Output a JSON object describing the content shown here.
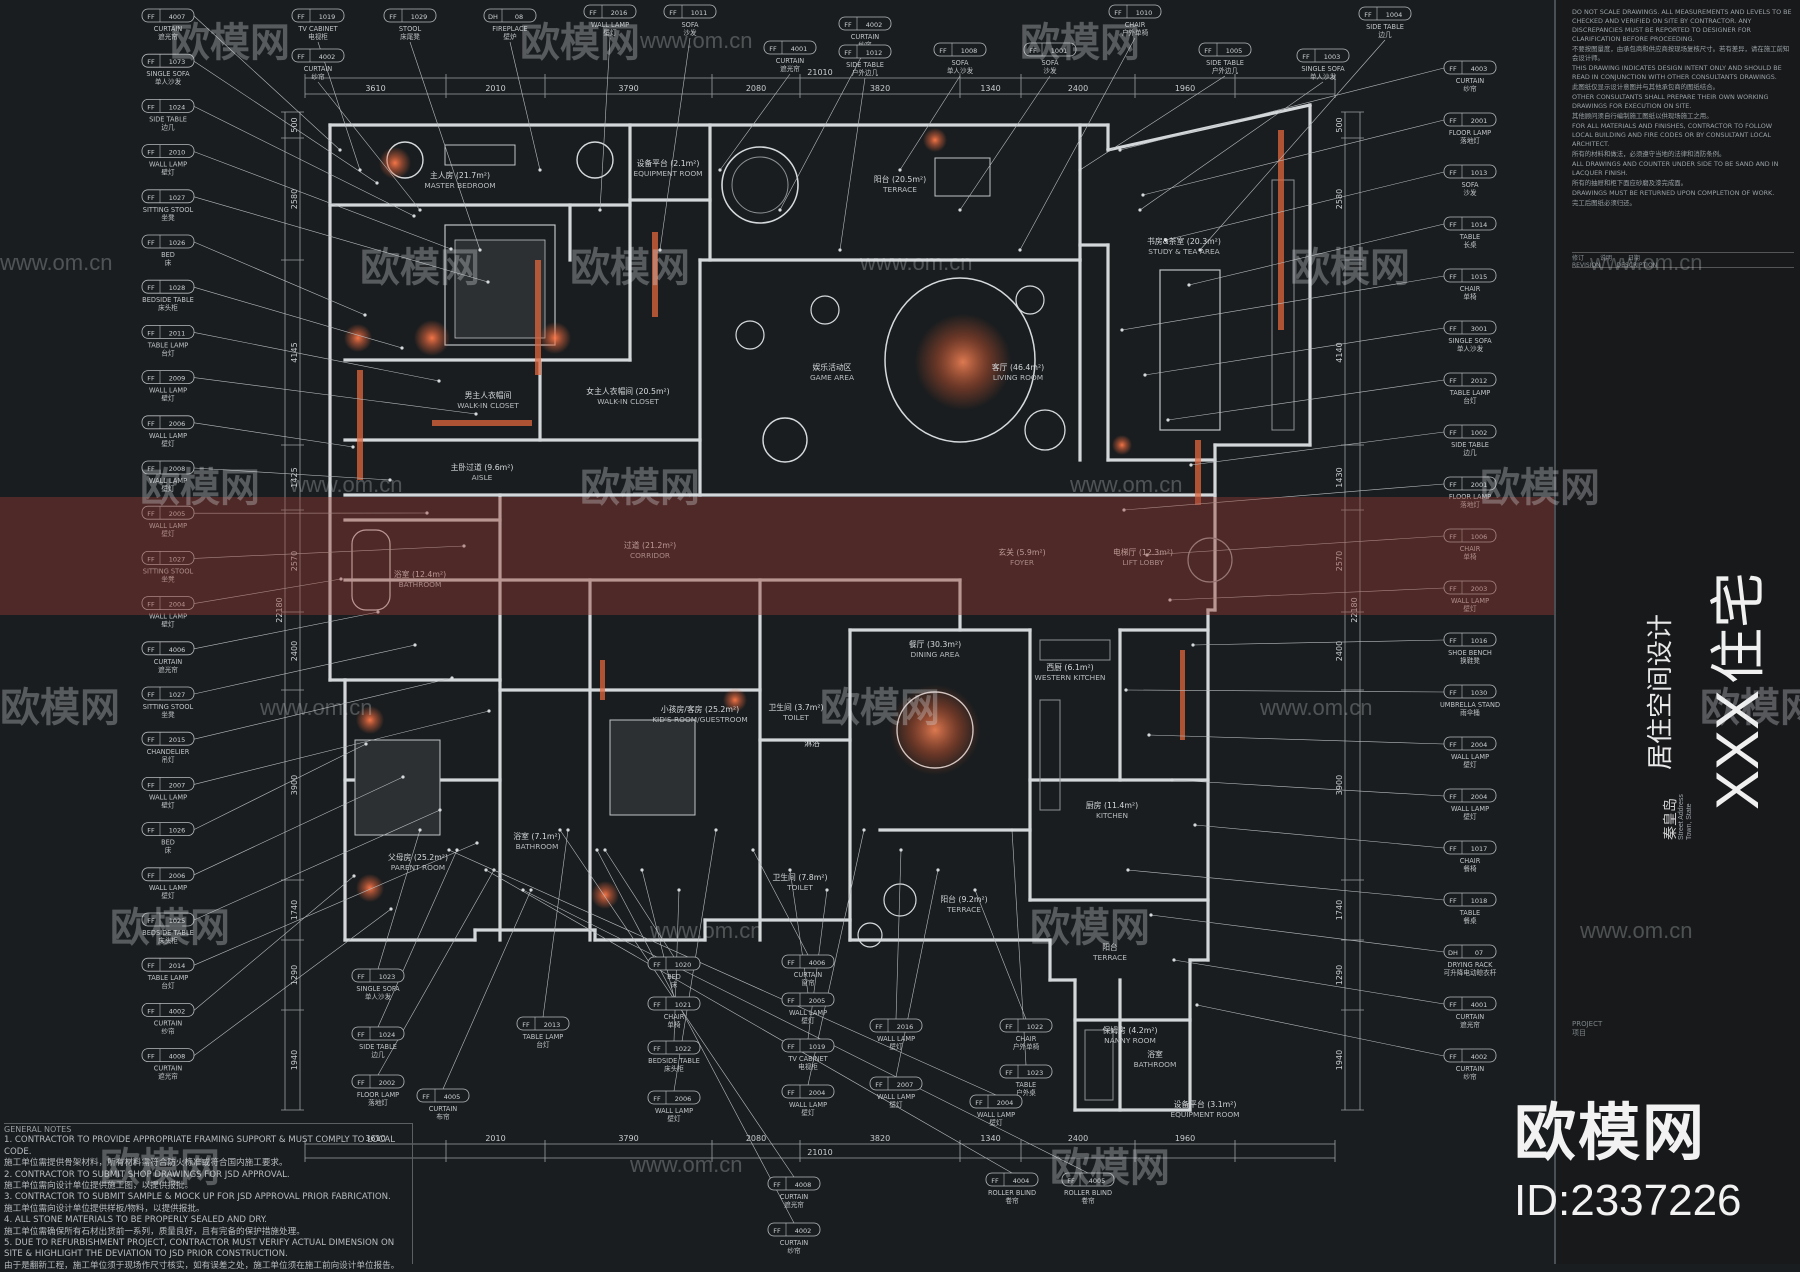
{
  "brand": {
    "logo_text": "欧模网",
    "id_text": "ID:2337226"
  },
  "watermarks": {
    "text": "欧模网",
    "site": "www.om.cn"
  },
  "title_block": {
    "title_en": "XXX",
    "title_cn": "住宅",
    "subtitle": "居住空间设计",
    "location_cn": "秦皇岛",
    "location_en": "Street Address Town, State",
    "revision_headers": [
      "修订",
      "说明",
      "日期"
    ],
    "revision_headers_en": [
      "REVISION",
      "DESCRIPTION"
    ],
    "project_label_en": "PROJECT",
    "project_label_cn": "项目",
    "notes": [
      "DO NOT SCALE DRAWINGS. ALL MEASUREMENTS AND LEVELS TO BE CHECKED AND VERIFIED ON SITE BY CONTRACTOR. ANY DISCREPANCIES MUST BE REPORTED TO DESIGNER FOR CLARIFICATION BEFORE PROCEEDING.",
      "不要按图量度，由承包商和供应商按现场复核尺寸。若有差异，请在施工前知会设计师。",
      "THIS DRAWING INDICATES DESIGN INTENT ONLY AND SHOULD BE READ IN CONJUNCTION WITH OTHER CONSULTANTS DRAWINGS.",
      "此图纸仅显示设计意图并与其他承包商的图纸结合。",
      "OTHER CONSULTANTS SHALL PREPARE THEIR OWN WORKING DRAWINGS FOR EXECUTION ON SITE.",
      "其他顾问须自行编制施工图纸以供现场施工之用。",
      "FOR ALL MATERIALS AND FINISHES, CONTRACTOR TO FOLLOW LOCAL BUILDING AND FIRE CODES OR BY CONSULTANT LOCAL ARCHITECT.",
      "所有的材料和做法，必须遵守当地的法律和消防条例。",
      "ALL DRAWINGS AND COUNTER UNDER SIDE TO BE SAND AND IN LACQUER FINISH.",
      "所有的抽屉和柜下面应砂磨及漆完成面。",
      "DRAWINGS MUST BE RETURNED UPON COMPLETION OF WORK.",
      "完工后图纸必须归还。"
    ]
  },
  "general_notes": {
    "heading": "GENERAL NOTES",
    "lines": [
      "1. CONTRACTOR TO PROVIDE APPROPRIATE FRAMING SUPPORT & MUST COMPLY TO LOCAL CODE.",
      "施工单位需提供骨架材料，所有材料需符合防火标准或符合国内施工要求。",
      "2. CONTRACTOR TO SUBMIT SHOP DRAWINGS FOR JSD APPROVAL.",
      "施工单位需向设计单位提供施工图，以提供报批。",
      "3. CONTRACTOR TO SUBMIT SAMPLE & MOCK UP FOR JSD APPROVAL PRIOR FABRICATION.",
      "施工单位需向设计单位提供样板/物料，以提供报批。",
      "4. ALL STONE MATERIALS TO BE PROPERLY SEALED AND DRY.",
      "施工单位需确保所有石材出货前一系列，质量良好，且有完备的保护措施处理。",
      "5. DUE TO REFURBISHMENT PROJECT, CONTRACTOR MUST VERIFY ACTUAL DIMENSION ON SITE & HIGHLIGHT THE DEVIATION TO JSD PRIOR CONSTRUCTION.",
      "由于是翻新工程，施工单位须于现场作尺寸核实，如有误差之处，施工单位须在施工前向设计单位报告。"
    ]
  },
  "dimensions": {
    "top": [
      "3610",
      "2010",
      "3790",
      "2080",
      "3820",
      "1340",
      "2400",
      "1960"
    ],
    "bottom": [
      "3610",
      "2010",
      "3790",
      "2080",
      "3820",
      "1340",
      "2400",
      "1960"
    ],
    "top_total": "21010",
    "bottom_total": "21010",
    "left": [
      "500",
      "2580",
      "4145",
      "1425",
      "2570",
      "2400",
      "3900",
      "1740",
      "1290",
      "1940"
    ],
    "left_total": "22180",
    "right": [
      "500",
      "2580",
      "4140",
      "1430",
      "2570",
      "2400",
      "3900",
      "1740",
      "1290",
      "1940"
    ],
    "right_total": "22180"
  },
  "rooms": [
    {
      "cn": "主人房 (21.7m²)",
      "en": "MASTER BEDROOM"
    },
    {
      "cn": "设备平台 (2.1m²)",
      "en": "EQUIPMENT ROOM"
    },
    {
      "cn": "阳台 (20.5m²)",
      "en": "TERRACE"
    },
    {
      "cn": "书房&茶室 (20.3m²)",
      "en": "STUDY & TEA AREA"
    },
    {
      "cn": "娱乐活动区",
      "en": "GAME AREA"
    },
    {
      "cn": "客厅 (46.4m²)",
      "en": "LIVING ROOM"
    },
    {
      "cn": "男主人衣帽间",
      "en": "WALK-IN CLOSET"
    },
    {
      "cn": "女主人衣帽间 (20.5m²)",
      "en": "WALK-IN CLOSET"
    },
    {
      "cn": "主卧过道 (9.6m²)",
      "en": "AISLE"
    },
    {
      "cn": "过道 (21.2m²)",
      "en": "CORRIDOR"
    },
    {
      "cn": "浴室 (12.4m²)",
      "en": "BATHROOM"
    },
    {
      "cn": "玄关 (5.9m²)",
      "en": "FOYER"
    },
    {
      "cn": "电梯厅 (12.3m²)",
      "en": "LIFT LOBBY"
    },
    {
      "cn": "餐厅 (30.3m²)",
      "en": "DINING AREA"
    },
    {
      "cn": "西厨 (6.1m²)",
      "en": "WESTERN KITCHEN"
    },
    {
      "cn": "小孩房/客房 (25.2m²)",
      "en": "KID'S ROOM/GUESTROOM"
    },
    {
      "cn": "卫生间 (3.7m²)",
      "en": "TOILET"
    },
    {
      "cn": "淋浴",
      "en": ""
    },
    {
      "cn": "浴室 (7.1m²)",
      "en": "BATHROOM"
    },
    {
      "cn": "父母房 (25.2m²)",
      "en": "PARENT ROOM"
    },
    {
      "cn": "卫生间 (7.8m²)",
      "en": "TOILET"
    },
    {
      "cn": "厨房 (11.4m²)",
      "en": "KITCHEN"
    },
    {
      "cn": "阳台 (9.2m²)",
      "en": "TERRACE"
    },
    {
      "cn": "阳台",
      "en": "TERRACE"
    },
    {
      "cn": "保姆房 (4.2m²)",
      "en": "NANNY ROOM"
    },
    {
      "cn": "浴室",
      "en": "BATHROOM"
    },
    {
      "cn": "设备平台 (3.1m²)",
      "en": "EQUIPMENT ROOM"
    }
  ],
  "tags_left": [
    {
      "code": "FF",
      "num": "4007",
      "en": "CURTAIN",
      "cn": "遮光帘"
    },
    {
      "code": "FF",
      "num": "1073",
      "en": "SINGLE SOFA",
      "cn": "单人沙发"
    },
    {
      "code": "FF",
      "num": "1024",
      "en": "SIDE TABLE",
      "cn": "边几"
    },
    {
      "code": "FF",
      "num": "2010",
      "en": "WALL LAMP",
      "cn": "壁灯"
    },
    {
      "code": "FF",
      "num": "1027",
      "en": "SITTING STOOL",
      "cn": "坐凳"
    },
    {
      "code": "FF",
      "num": "1026",
      "en": "BED",
      "cn": "床"
    },
    {
      "code": "FF",
      "num": "1028",
      "en": "BEDSIDE TABLE",
      "cn": "床头柜"
    },
    {
      "code": "FF",
      "num": "2011",
      "en": "TABLE LAMP",
      "cn": "台灯"
    },
    {
      "code": "FF",
      "num": "2009",
      "en": "WALL LAMP",
      "cn": "壁灯"
    },
    {
      "code": "FF",
      "num": "2006",
      "en": "WALL LAMP",
      "cn": "壁灯"
    },
    {
      "code": "FF",
      "num": "2008",
      "en": "WALL LAMP",
      "cn": "壁灯"
    },
    {
      "code": "FF",
      "num": "2005",
      "en": "WALL LAMP",
      "cn": "壁灯"
    },
    {
      "code": "FF",
      "num": "1027",
      "en": "SITTING STOOL",
      "cn": "坐凳"
    },
    {
      "code": "FF",
      "num": "2004",
      "en": "WALL LAMP",
      "cn": "壁灯"
    },
    {
      "code": "FF",
      "num": "4006",
      "en": "CURTAIN",
      "cn": "遮光帘"
    },
    {
      "code": "FF",
      "num": "1027",
      "en": "SITTING STOOL",
      "cn": "坐凳"
    },
    {
      "code": "FF",
      "num": "2015",
      "en": "CHANDELIER",
      "cn": "吊灯"
    },
    {
      "code": "FF",
      "num": "2007",
      "en": "WALL LAMP",
      "cn": "壁灯"
    },
    {
      "code": "FF",
      "num": "1026",
      "en": "BED",
      "cn": "床"
    },
    {
      "code": "FF",
      "num": "2006",
      "en": "WALL LAMP",
      "cn": "壁灯"
    },
    {
      "code": "FF",
      "num": "1025",
      "en": "BEDSIDE TABLE",
      "cn": "床头柜"
    },
    {
      "code": "FF",
      "num": "2014",
      "en": "TABLE LAMP",
      "cn": "台灯"
    },
    {
      "code": "FF",
      "num": "4002",
      "en": "CURTAIN",
      "cn": "纱帘"
    },
    {
      "code": "FF",
      "num": "4008",
      "en": "CURTAIN",
      "cn": "遮光帘"
    }
  ],
  "tags_right": [
    {
      "code": "FF",
      "num": "4003",
      "en": "CURTAIN",
      "cn": "纱帘"
    },
    {
      "code": "FF",
      "num": "2001",
      "en": "FLOOR LAMP",
      "cn": "落地灯"
    },
    {
      "code": "FF",
      "num": "1013",
      "en": "SOFA",
      "cn": "沙发"
    },
    {
      "code": "FF",
      "num": "1014",
      "en": "TABLE",
      "cn": "长桌"
    },
    {
      "code": "FF",
      "num": "1015",
      "en": "CHAIR",
      "cn": "单椅"
    },
    {
      "code": "FF",
      "num": "3001",
      "en": "SINGLE SOFA",
      "cn": "单人沙发"
    },
    {
      "code": "FF",
      "num": "2012",
      "en": "TABLE LAMP",
      "cn": "台灯"
    },
    {
      "code": "FF",
      "num": "1002",
      "en": "SIDE TABLE",
      "cn": "边几"
    },
    {
      "code": "FF",
      "num": "2001",
      "en": "FLOOR LAMP",
      "cn": "落地灯"
    },
    {
      "code": "FF",
      "num": "1006",
      "en": "CHAIR",
      "cn": "单椅"
    },
    {
      "code": "FF",
      "num": "2003",
      "en": "WALL LAMP",
      "cn": "壁灯"
    },
    {
      "code": "FF",
      "num": "1016",
      "en": "SHOE BENCH",
      "cn": "换鞋凳"
    },
    {
      "code": "FF",
      "num": "1030",
      "en": "UMBRELLA STAND",
      "cn": "雨伞桶"
    },
    {
      "code": "FF",
      "num": "2004",
      "en": "WALL LAMP",
      "cn": "壁灯"
    },
    {
      "code": "FF",
      "num": "2004",
      "en": "WALL LAMP",
      "cn": "壁灯"
    },
    {
      "code": "FF",
      "num": "1017",
      "en": "CHAIR",
      "cn": "餐椅"
    },
    {
      "code": "FF",
      "num": "1018",
      "en": "TABLE",
      "cn": "餐桌"
    },
    {
      "code": "DH",
      "num": "07",
      "en": "DRYING RACK",
      "cn": "可升降电动晾衣杆"
    },
    {
      "code": "FF",
      "num": "4001",
      "en": "CURTAIN",
      "cn": "遮光帘"
    },
    {
      "code": "FF",
      "num": "4002",
      "en": "CURTAIN",
      "cn": "纱帘"
    }
  ],
  "tags_top": [
    {
      "code": "FF",
      "num": "1019",
      "en": "TV CABINET",
      "cn": "电视柜"
    },
    {
      "code": "FF",
      "num": "4002",
      "en": "CURTAIN",
      "cn": "纱帘"
    },
    {
      "code": "FF",
      "num": "1029",
      "en": "STOOL",
      "cn": "床尾凳"
    },
    {
      "code": "DH",
      "num": "08",
      "en": "FIREPLACE",
      "cn": "壁炉"
    },
    {
      "code": "FF",
      "num": "2016",
      "en": "WALL LAMP",
      "cn": "壁灯"
    },
    {
      "code": "FF",
      "num": "1011",
      "en": "SOFA",
      "cn": "沙发"
    },
    {
      "code": "FF",
      "num": "4001",
      "en": "CURTAIN",
      "cn": "遮光帘"
    },
    {
      "code": "FF",
      "num": "4002",
      "en": "CURTAIN",
      "cn": "纱帘"
    },
    {
      "code": "FF",
      "num": "1012",
      "en": "SIDE TABLE",
      "cn": "户外边几"
    },
    {
      "code": "FF",
      "num": "1008",
      "en": "SOFA",
      "cn": "单人沙发"
    },
    {
      "code": "FF",
      "num": "1001",
      "en": "SOFA",
      "cn": "沙发"
    },
    {
      "code": "FF",
      "num": "1010",
      "en": "CHAIR",
      "cn": "户外单椅"
    },
    {
      "code": "FF",
      "num": "1005",
      "en": "SIDE TABLE",
      "cn": "户外边几"
    },
    {
      "code": "FF",
      "num": "1003",
      "en": "SINGLE SOFA",
      "cn": "单人沙发"
    },
    {
      "code": "FF",
      "num": "1004",
      "en": "SIDE TABLE",
      "cn": "边几"
    }
  ],
  "tags_bottom": [
    {
      "code": "FF",
      "num": "1023",
      "en": "SINGLE SOFA",
      "cn": "单人沙发"
    },
    {
      "code": "FF",
      "num": "1024",
      "en": "SIDE TABLE",
      "cn": "边几"
    },
    {
      "code": "FF",
      "num": "2002",
      "en": "FLOOR LAMP",
      "cn": "落地灯"
    },
    {
      "code": "FF",
      "num": "4005",
      "en": "CURTAIN",
      "cn": "布帘"
    },
    {
      "code": "FF",
      "num": "2013",
      "en": "TABLE LAMP",
      "cn": "台灯"
    },
    {
      "code": "FF",
      "num": "1020",
      "en": "BED",
      "cn": "床"
    },
    {
      "code": "FF",
      "num": "1021",
      "en": "CHAIR",
      "cn": "单椅"
    },
    {
      "code": "FF",
      "num": "1022",
      "en": "BEDSIDE TABLE",
      "cn": "床头柜"
    },
    {
      "code": "FF",
      "num": "2006",
      "en": "WALL LAMP",
      "cn": "壁灯"
    },
    {
      "code": "FF",
      "num": "4006",
      "en": "CURTAIN",
      "cn": "窗帘"
    },
    {
      "code": "FF",
      "num": "2005",
      "en": "WALL LAMP",
      "cn": "壁灯"
    },
    {
      "code": "FF",
      "num": "1019",
      "en": "TV CABINET",
      "cn": "电视柜"
    },
    {
      "code": "FF",
      "num": "2004",
      "en": "WALL LAMP",
      "cn": "壁灯"
    },
    {
      "code": "FF",
      "num": "2016",
      "en": "WALL LAMP",
      "cn": "壁灯"
    },
    {
      "code": "FF",
      "num": "2007",
      "en": "WALL LAMP",
      "cn": "壁灯"
    },
    {
      "code": "FF",
      "num": "1022",
      "en": "CHAIR",
      "cn": "户外单椅"
    },
    {
      "code": "FF",
      "num": "1023",
      "en": "TABLE",
      "cn": "户外桌"
    },
    {
      "code": "FF",
      "num": "2004",
      "en": "WALL LAMP",
      "cn": "壁灯"
    },
    {
      "code": "FF",
      "num": "4004",
      "en": "ROLLER BLIND",
      "cn": "卷帘"
    },
    {
      "code": "FF",
      "num": "4005",
      "en": "ROLLER BLIND",
      "cn": "卷帘"
    },
    {
      "code": "FF",
      "num": "4008",
      "en": "CURTAIN",
      "cn": "遮光帘"
    },
    {
      "code": "FF",
      "num": "4002",
      "en": "CURTAIN",
      "cn": "纱帘"
    }
  ],
  "colors": {
    "background": "#1a1d1f",
    "wall": "#d4d7d9",
    "accent_light": "#e0653c",
    "band": "#8f3c32"
  }
}
